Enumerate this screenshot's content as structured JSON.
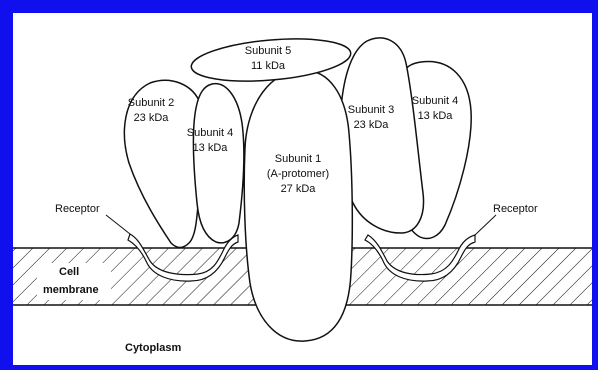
{
  "diagram": {
    "subunit5": {
      "name": "Subunit 5",
      "mass": "11 kDa"
    },
    "subunit2": {
      "name": "Subunit 2",
      "mass": "23 kDa"
    },
    "subunit4_left": {
      "name": "Subunit 4",
      "mass": "13 kDa"
    },
    "subunit1": {
      "name": "Subunit 1",
      "protomer": "(A-protomer)",
      "mass": "27 kDa"
    },
    "subunit3": {
      "name": "Subunit 3",
      "mass": "23 kDa"
    },
    "subunit4_right": {
      "name": "Subunit 4",
      "mass": "13 kDa"
    },
    "receptor_left": "Receptor",
    "receptor_right": "Receptor",
    "membrane": {
      "line1": "Cell",
      "line2": "membrane"
    },
    "cytoplasm": "Cytoplasm"
  },
  "colors": {
    "border": "#1010ee",
    "background": "#ffffff",
    "ink": "#111111"
  }
}
